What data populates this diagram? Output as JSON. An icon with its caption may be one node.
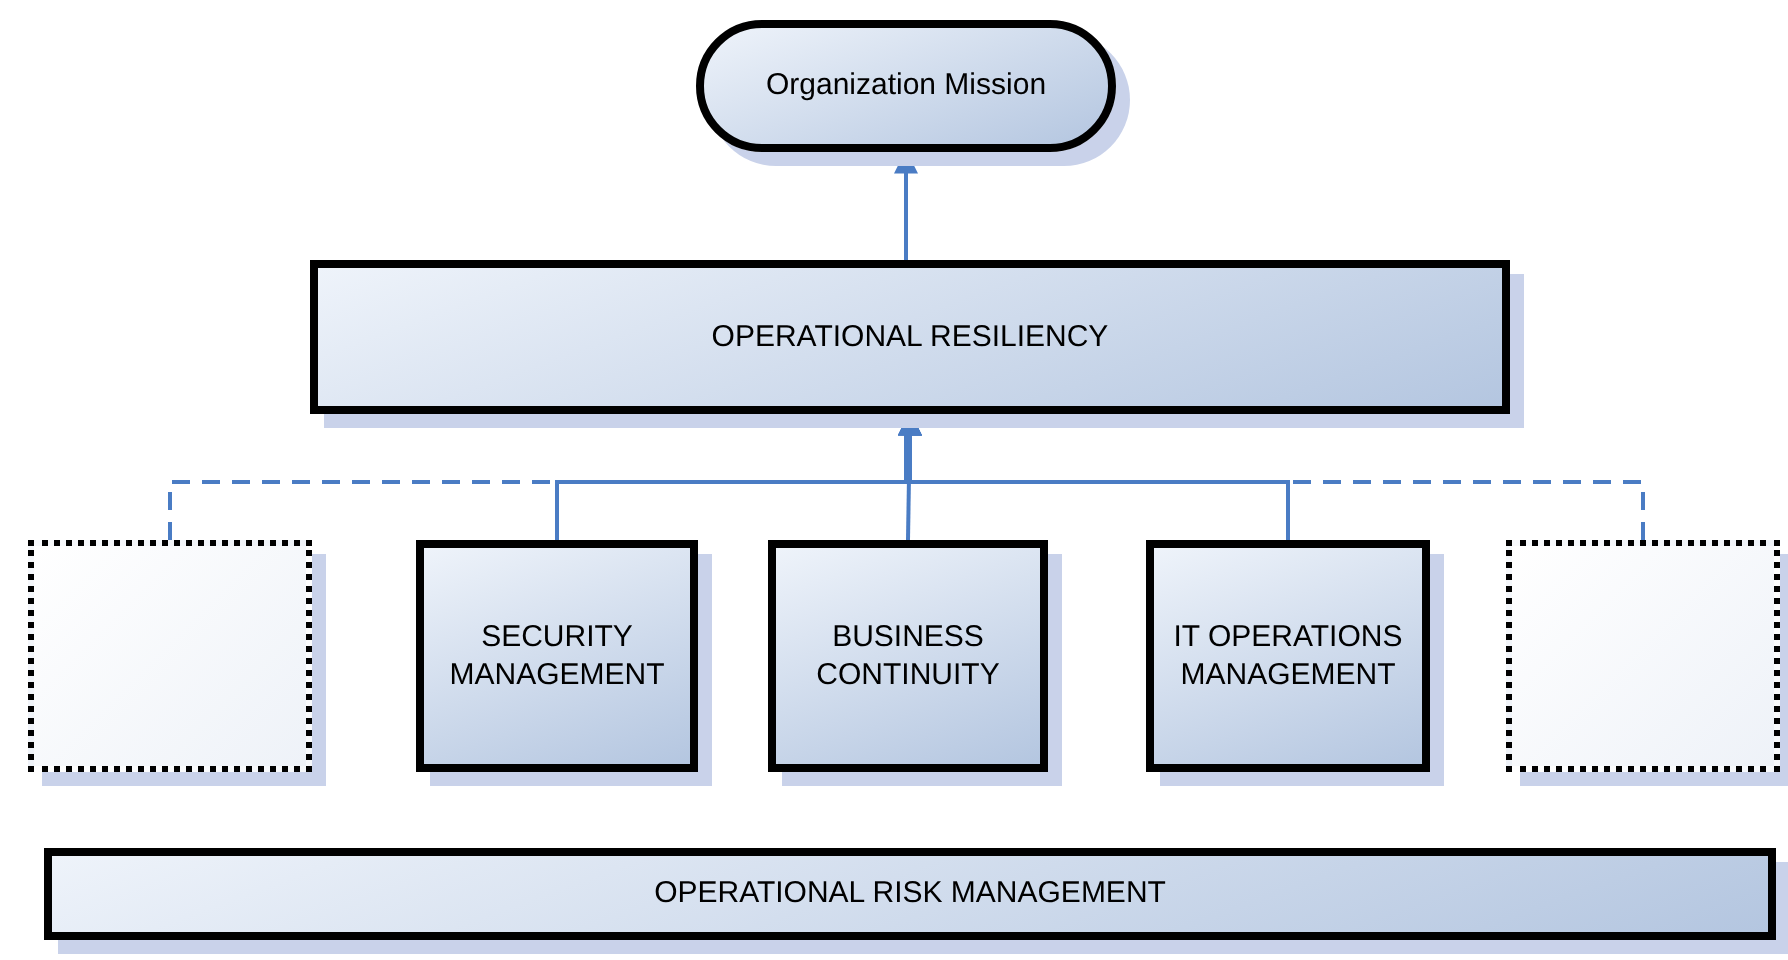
{
  "diagram": {
    "nodes": [
      {
        "text": [
          "Organization Mission"
        ]
      },
      {
        "text": [
          "OPERATIONAL RESILIENCY"
        ]
      },
      {
        "text": [],
        "shape": "box"
      },
      {
        "text": [
          "SECURITY MANAGEMENT"
        ]
      },
      {
        "text": [
          "BUSINESS CONTINUITY"
        ]
      },
      {
        "text": [
          "IT OPERATIONS MANAGEMENT"
        ]
      },
      {
        "text": [],
        "shape": "box"
      },
      {
        "text": [
          "OPERATIONAL RISK MANAGEMENT"
        ]
      }
    ],
    "edges": [
      {
        "from": 1,
        "to": 0,
        "arrow": "to"
      },
      {
        "from": 2,
        "to": 1,
        "arrow": "to",
        "style": "dashed"
      },
      {
        "from": 6,
        "to": 1,
        "arrow": "to",
        "style": "dashed"
      },
      {
        "from": 3,
        "to": 1,
        "arrow": "to"
      },
      {
        "from": 4,
        "to": 1,
        "arrow": "to"
      },
      {
        "from": 5,
        "to": 1,
        "arrow": "to"
      }
    ]
  }
}
